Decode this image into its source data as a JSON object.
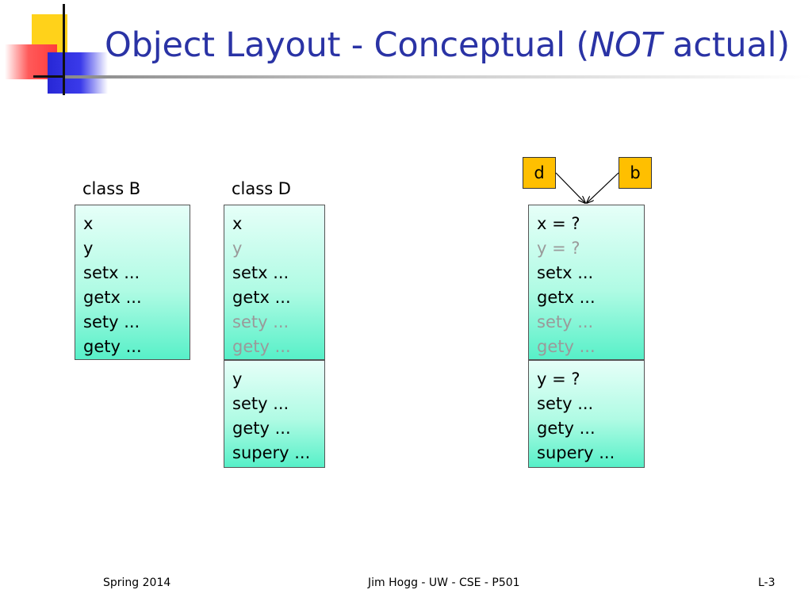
{
  "slide": {
    "title_main": "Object Layout - Conceptual (",
    "title_em": "NOT",
    "title_end": " actual)"
  },
  "class_b": {
    "label": "class B",
    "rows": [
      "x",
      "y",
      "setx ...",
      "getx ...",
      "sety ...",
      "gety ..."
    ]
  },
  "class_d": {
    "label": "class D",
    "base_rows": [
      "x",
      "y",
      "setx ...",
      "getx ...",
      "sety ...",
      "gety ..."
    ],
    "derived_rows": [
      "y",
      "sety ...",
      "gety ...",
      "supery ..."
    ]
  },
  "object": {
    "pointers": [
      "d",
      "b"
    ],
    "base_rows": [
      "x = ?",
      "y = ?",
      "setx ...",
      "getx ...",
      "sety ...",
      "gety ..."
    ],
    "derived_rows": [
      "y = ?",
      "sety ...",
      "gety ...",
      "supery ..."
    ]
  },
  "footer": {
    "left": "Spring 2014",
    "center": "Jim Hogg - UW - CSE - P501",
    "right": "L-3"
  },
  "colors": {
    "title": "#2a33a5",
    "box_fill_top": "#e6fff8",
    "box_fill_bottom": "#57f0c8",
    "pointer_fill": "#ffbf00",
    "dimmed_text": "#9a9a9a"
  }
}
